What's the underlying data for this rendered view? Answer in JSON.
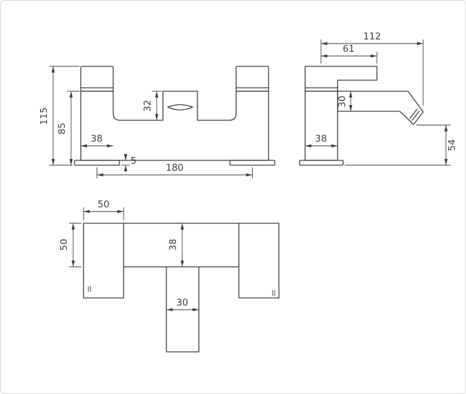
{
  "page": {
    "background": "#ffffff",
    "border_color": "#d9d9d9",
    "line_color": "#3d3d3d"
  },
  "drawing": {
    "front_view": {
      "total_height": "115",
      "body_height": "85",
      "pillar_width": "38",
      "spout_block_height": "32",
      "base_plate_thickness": "5",
      "tap_centres": "180"
    },
    "side_view": {
      "overall_projection": "112",
      "handle_projection": "61",
      "spout_height": "30",
      "body_depth": "38",
      "spout_clearance": "54"
    },
    "plan_view": {
      "handle_width": "50",
      "handle_depth": "50",
      "body_width": "38",
      "spout_width": "30"
    }
  }
}
